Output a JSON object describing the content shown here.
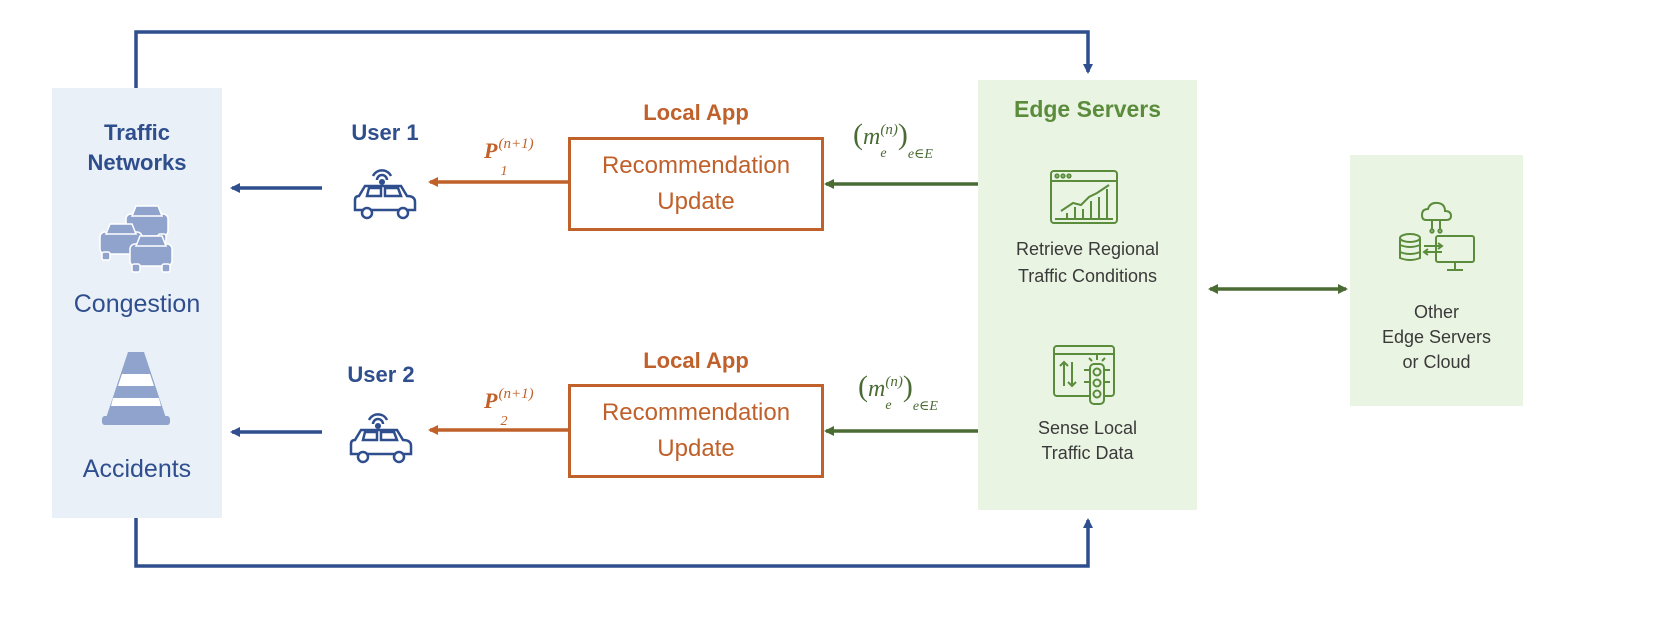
{
  "colors": {
    "blue": "#2F4E8E",
    "orange": "#C0602A",
    "green": "#5B8C3C",
    "dark_green": "#4A6B33",
    "light_blue_panel": "#EAF0F8",
    "light_green_panel": "#EAF4E3",
    "icon_blue": "#8FA3CC"
  },
  "traffic": {
    "title_line1": "Traffic",
    "title_line2": "Networks",
    "congestion_label": "Congestion",
    "accidents_label": "Accidents",
    "congestion_icon": "cars-traffic-icon",
    "accidents_icon": "traffic-cone-icon"
  },
  "users": [
    {
      "label": "User 1",
      "icon": "connected-car-icon",
      "p_symbol": "P",
      "p_subscript": "1",
      "p_superscript": "(n+1)"
    },
    {
      "label": "User 2",
      "icon": "connected-car-icon",
      "p_symbol": "P",
      "p_subscript": "2",
      "p_superscript": "(n+1)"
    }
  ],
  "apps": [
    {
      "title": "Local App",
      "line1": "Recommendation",
      "line2": "Update",
      "m_symbol": "m",
      "m_subscript": "e",
      "m_superscript": "(n)",
      "m_outer_sub": "e∈E"
    },
    {
      "title": "Local App",
      "line1": "Recommendation",
      "line2": "Update",
      "m_symbol": "m",
      "m_subscript": "e",
      "m_superscript": "(n)",
      "m_outer_sub": "e∈E"
    }
  ],
  "edge": {
    "title": "Edge Servers",
    "retrieve_line1": "Retrieve Regional",
    "retrieve_line2": "Traffic Conditions",
    "sense_line1": "Sense Local",
    "sense_line2": "Traffic Data",
    "retrieve_icon": "dashboard-chart-icon",
    "sense_icon": "traffic-light-sensor-icon"
  },
  "other": {
    "line1": "Other",
    "line2": "Edge Servers",
    "line3": "or Cloud",
    "icon": "cloud-database-computer-icon"
  }
}
